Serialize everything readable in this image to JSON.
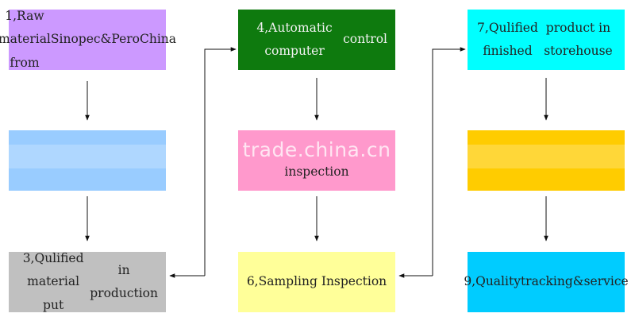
{
  "steps": [
    {
      "id": 1,
      "lines": [
        "1,Raw material from",
        "Sinopec&PeroChina"
      ],
      "color": "#cc99ff"
    },
    {
      "id": 2,
      "lines": [],
      "color": "#99ccff"
    },
    {
      "id": 3,
      "lines": [
        "3,Qulified material put",
        "in production"
      ],
      "color": "#c0c0c0"
    },
    {
      "id": 4,
      "lines": [
        "4,Automatic computer",
        "control"
      ],
      "color": "#0e7a0e"
    },
    {
      "id": 5,
      "lines": [
        "inspection"
      ],
      "color": "#ff99cc"
    },
    {
      "id": 6,
      "lines": [
        "6,Sampling Inspection"
      ],
      "color": "#ffff99"
    },
    {
      "id": 7,
      "lines": [
        "7,Qulified finished",
        "product in storehouse"
      ],
      "color": "#00ffff"
    },
    {
      "id": 8,
      "lines": [],
      "color": "#ffcc00"
    },
    {
      "id": 9,
      "lines": [
        "9,Quality",
        "tracking&service"
      ],
      "color": "#00ccff"
    }
  ],
  "watermark": "trade.china.cn"
}
